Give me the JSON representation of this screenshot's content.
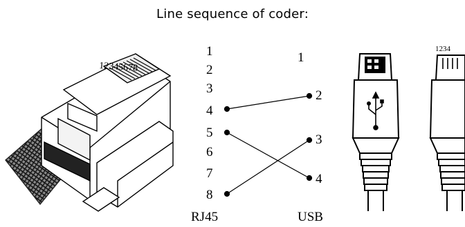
{
  "title": "Line sequence of coder:",
  "rj45": {
    "label": "RJ45",
    "pins": [
      "1",
      "2",
      "3",
      "4",
      "5",
      "6",
      "7",
      "8"
    ],
    "plug_pin_label": "12345678"
  },
  "usb": {
    "label": "USB",
    "pins": [
      "1",
      "2",
      "3",
      "4"
    ],
    "side_pin_label": "1234"
  },
  "connections": [
    {
      "from": "4",
      "to": "2"
    },
    {
      "from": "5",
      "to": "4"
    },
    {
      "from": "8",
      "to": "3"
    }
  ],
  "colors": {
    "ink": "#000000",
    "cable": "#555555",
    "background": "#ffffff"
  }
}
